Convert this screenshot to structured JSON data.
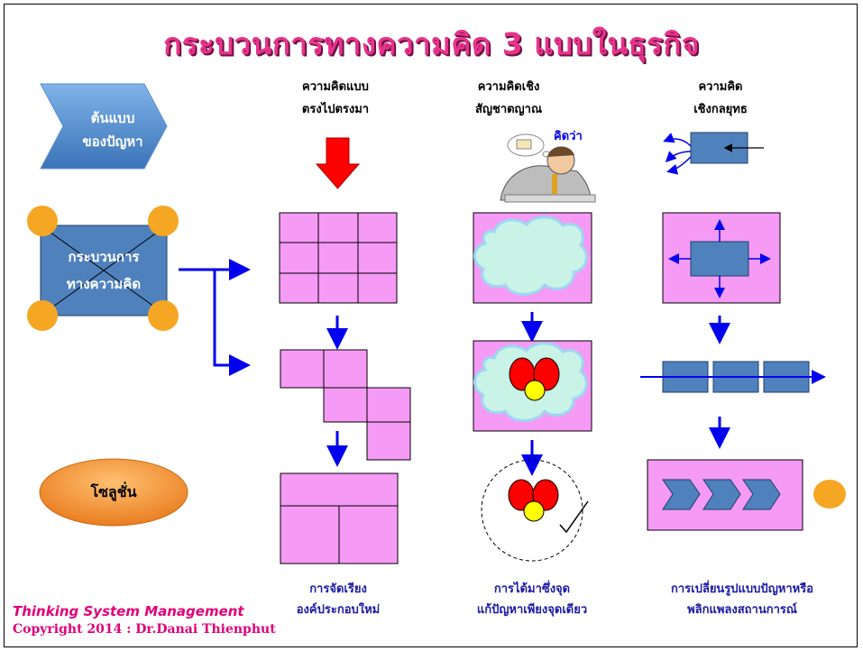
{
  "title": "กระบวนการทางความคิด 3 แบบในธุรกิจ",
  "left_labels": {
    "problem_pattern": [
      "ต้นแบบ",
      "ของปัญหา"
    ],
    "thinking_process": [
      "กระบวนการ",
      "ทางความคิด"
    ],
    "solution": "โซลูชั่น"
  },
  "columns": [
    {
      "header": [
        "ความคิดแบบ",
        "ตรงไปตรงมา"
      ],
      "caption": [
        "การจัดเรียง",
        "องค์ประกอบใหม่"
      ]
    },
    {
      "header": [
        "ความคิดเชิง",
        "สัญชาตญาณ"
      ],
      "caption": [
        "การได้มาซึ่งจุด",
        "แก้ปัญหาเพียงจุดเดียว"
      ]
    },
    {
      "header": [
        "ความคิด",
        "เชิงกลยุทธ"
      ],
      "caption": [
        "การเปลี่ยนรูปแบบปัญหาหรือ",
        "พลิกแพลงสถานการณ์"
      ]
    }
  ],
  "thought_bubble": "คิดว่า",
  "footer": {
    "line1": "Thinking System Management",
    "line2": "Copyright  2014  : Dr.Danai  Thienphut"
  },
  "colors": {
    "title": "#e8338c",
    "pink_fill": "#f59af5",
    "blue_box": "#4f81bd",
    "arrow_blue": "#0000ee",
    "caption_blue": "#1a1aa6",
    "orange": "#f5a623",
    "red_arrow": "#ff0000",
    "cloud": "#c8f3e6"
  }
}
